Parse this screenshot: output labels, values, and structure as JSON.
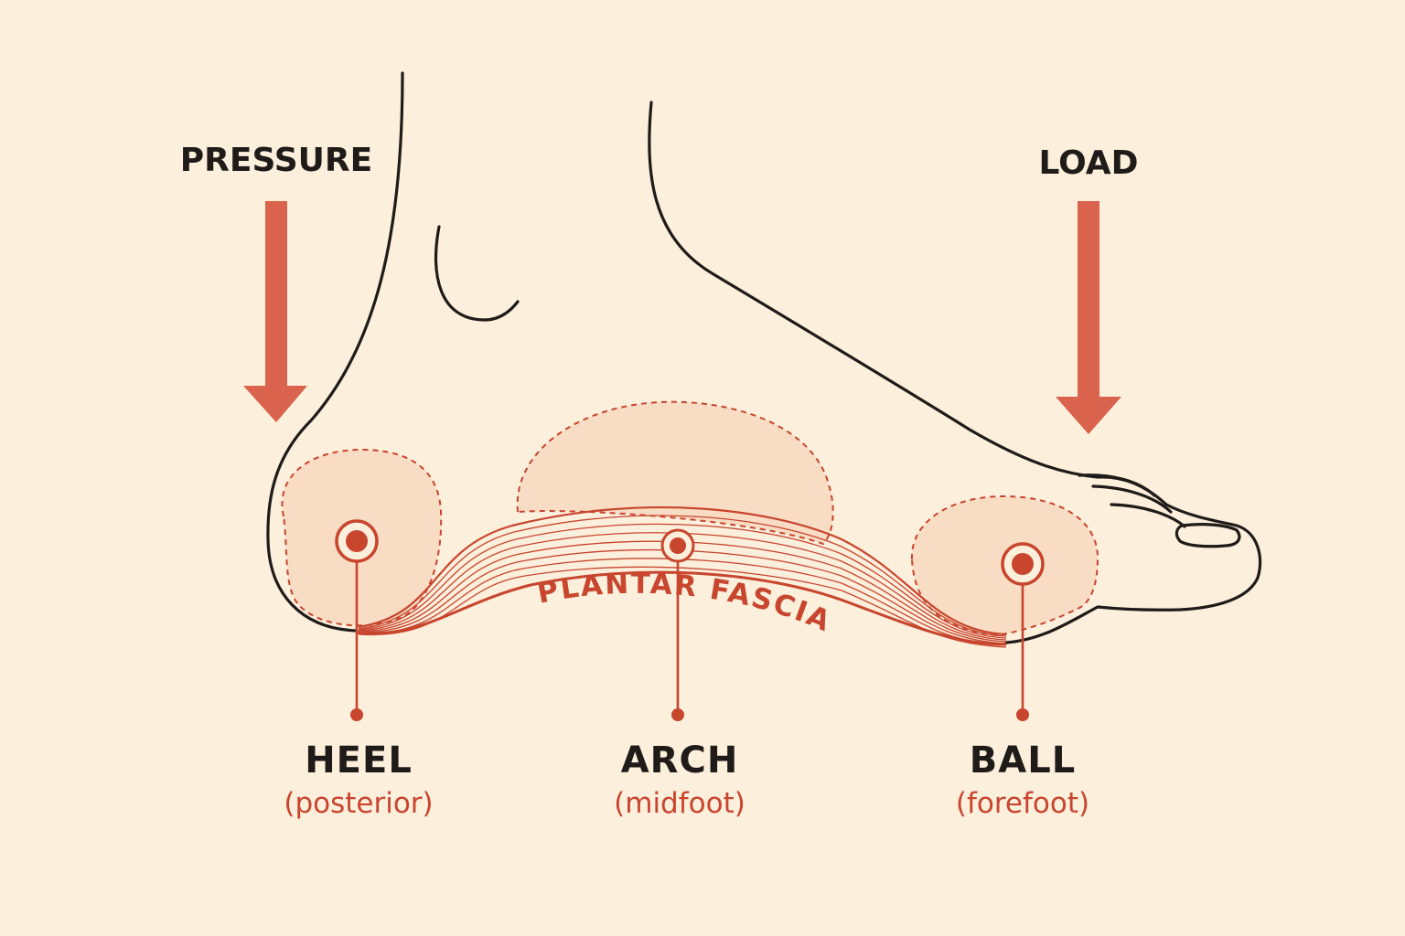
{
  "colors": {
    "background": "#fcefdc",
    "outline": "#1f1b18",
    "accent": "#c8452e",
    "arrow": "#d9634c",
    "zone_fill": "#f8dcc4",
    "zone_stroke": "#c8452e"
  },
  "forces": {
    "pressure": "PRESSURE",
    "load": "LOAD"
  },
  "fascia": {
    "label": "PLANTAR FASCIA"
  },
  "regions": [
    {
      "name": "HEEL",
      "sub": "(posterior)"
    },
    {
      "name": "ARCH",
      "sub": "(midfoot)"
    },
    {
      "name": "BALL",
      "sub": "(forefoot)"
    }
  ]
}
